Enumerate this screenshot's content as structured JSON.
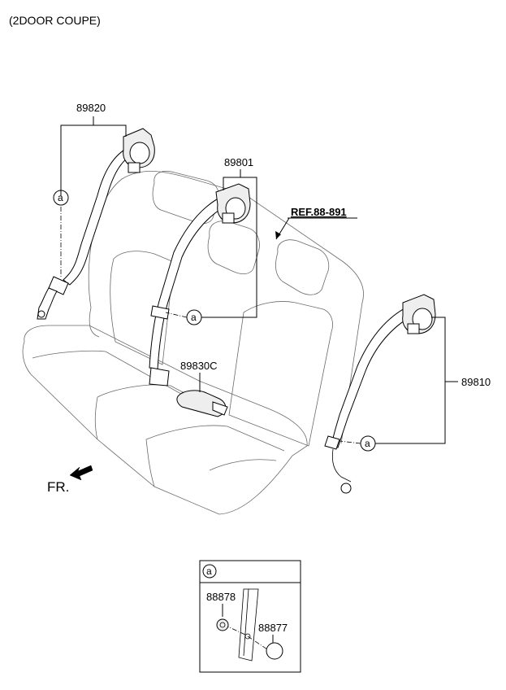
{
  "header": {
    "variant": "(2DOOR COUPE)"
  },
  "parts": {
    "left_belt": "89820",
    "center_belt": "89801",
    "right_belt": "89810",
    "buckle": "89830C",
    "reference": "REF.88-891"
  },
  "callout": {
    "marker": "a"
  },
  "direction": {
    "label": "FR."
  },
  "detail": {
    "marker": "a",
    "part_cap": "88878",
    "part_plug": "88877"
  }
}
